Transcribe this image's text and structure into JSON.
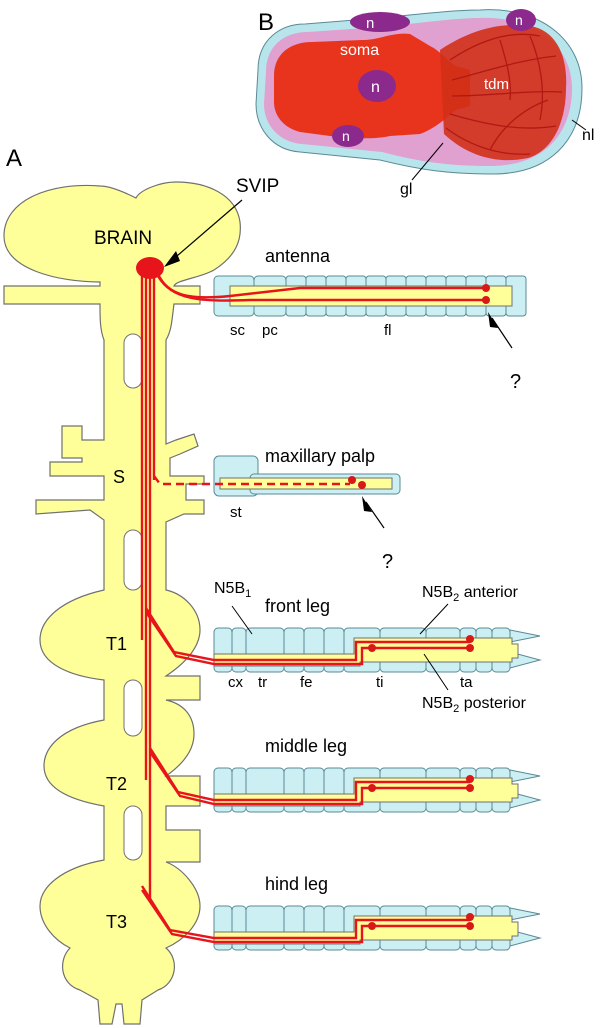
{
  "colors": {
    "body_yellow": "#FFFF99",
    "outline": "#707070",
    "nerve_red": "#E8141B",
    "neuron_dot": "#D91818",
    "segment_blue": "#CCEFF3",
    "segment_outline": "#5A8A94",
    "soma_red": "#E8341C",
    "glia_pink": "#E0A0D0",
    "neurilemma_blue": "#B8E4EC",
    "nucleus_purple": "#8B2A8C"
  },
  "panel_a": {
    "panel_letter": "A",
    "brain": "BRAIN",
    "svip": "SVIP",
    "ganglia": {
      "s": "S",
      "t1": "T1",
      "t2": "T2",
      "t3": "T3"
    },
    "antenna": {
      "title": "antenna",
      "segments": {
        "sc": "sc",
        "pc": "pc",
        "fl": "fl"
      },
      "question": "?"
    },
    "palp": {
      "title": "maxillary palp",
      "segment_st": "st",
      "question": "?"
    },
    "front_leg": {
      "title": "front leg",
      "n5b1_main": "N5B",
      "n5b1_sub": "1",
      "n5b2_ant_main": "N5B",
      "n5b2_ant_sub": "2",
      "n5b2_ant_word": " anterior",
      "n5b2_post_main": "N5B",
      "n5b2_post_sub": "2",
      "n5b2_post_word": " posterior",
      "segments": {
        "cx": "cx",
        "tr": "tr",
        "fe": "fe",
        "ti": "ti",
        "ta": "ta"
      }
    },
    "middle_leg": {
      "title": "middle leg"
    },
    "hind_leg": {
      "title": "hind leg"
    }
  },
  "panel_b": {
    "panel_letter": "B",
    "soma": "soma",
    "nucleus": "n",
    "tdm": "tdm",
    "gl": "gl",
    "nl": "nl"
  }
}
